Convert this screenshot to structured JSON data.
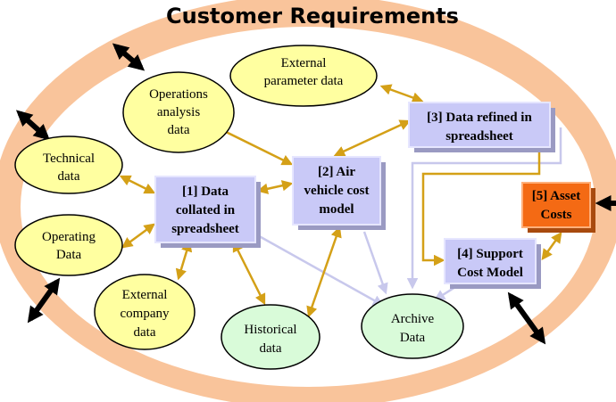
{
  "title": "Customer Requirements",
  "colors": {
    "ring": "#F9C49B",
    "yellow_node": "#FFFFA0",
    "green_node": "#D9FBD9",
    "box_fill": "#C9C9F7",
    "box_shadow": "#9A9AC2",
    "asset_fill": "#F46A14",
    "gold_arrow": "#D4A017",
    "lavender_arrow": "#C8C8EC",
    "black_arrow": "#000000"
  },
  "nodes": {
    "external_parameter": [
      "External",
      "parameter data"
    ],
    "operations_analysis": [
      "Operations",
      "analysis",
      "data"
    ],
    "technical": [
      "Technical",
      "data"
    ],
    "operating": [
      "Operating",
      "Data"
    ],
    "external_company": [
      "External",
      "company",
      "data"
    ],
    "historical": [
      "Historical",
      "data"
    ],
    "archive": [
      "Archive",
      "Data"
    ]
  },
  "boxes": {
    "b1": [
      "[1] Data",
      "collated in",
      "spreadsheet"
    ],
    "b2": [
      "[2] Air",
      "vehicle cost",
      "model"
    ],
    "b3": [
      "[3] Data refined in",
      "spreadsheet"
    ],
    "b4": [
      "[4] Support",
      "Cost Model"
    ],
    "b5": [
      "[5] Asset",
      "Costs"
    ]
  }
}
